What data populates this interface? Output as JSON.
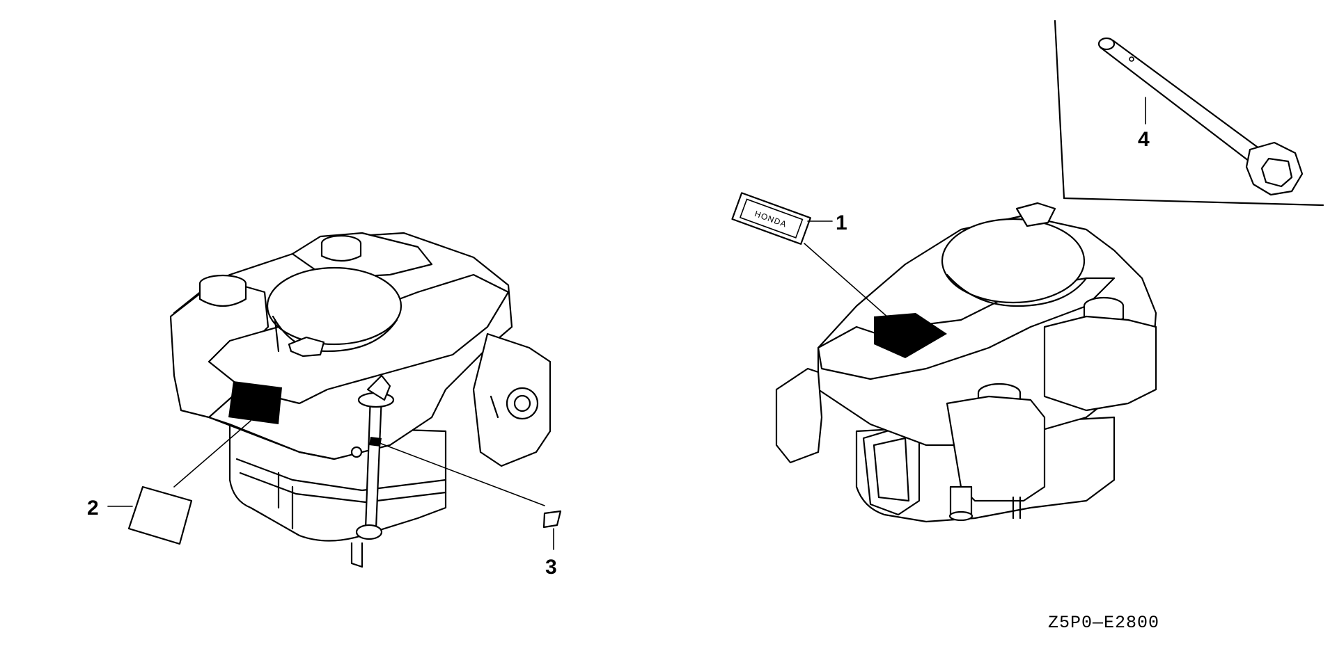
{
  "callouts": [
    {
      "id": "1",
      "label": "1"
    },
    {
      "id": "2",
      "label": "2"
    },
    {
      "id": "3",
      "label": "3"
    },
    {
      "id": "4",
      "label": "4"
    }
  ],
  "emblem_text": "HONDA",
  "drawing_code": "Z5P0—E2800"
}
